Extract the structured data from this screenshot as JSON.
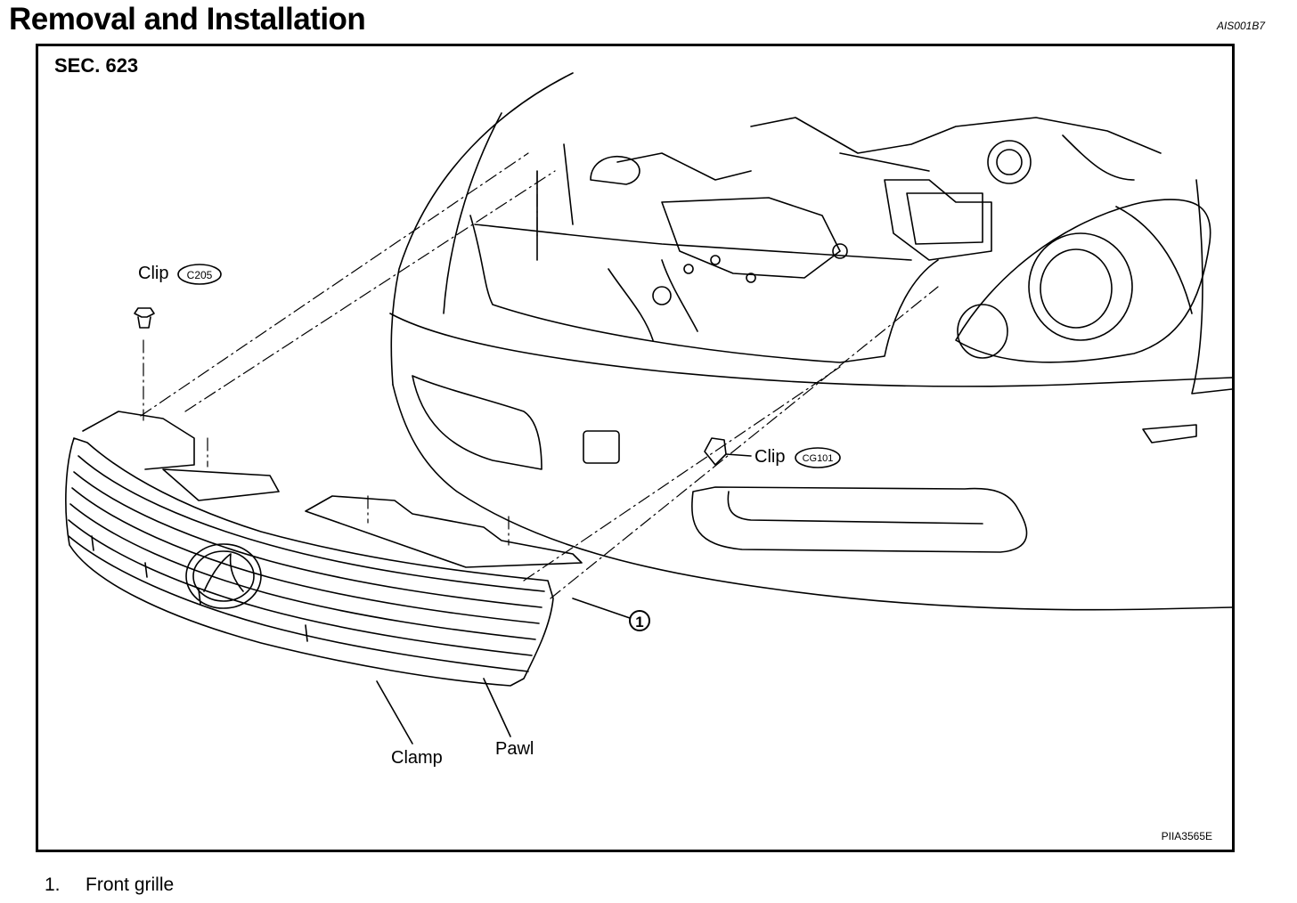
{
  "header": {
    "title": "Removal and Installation",
    "doc_code": "AIS001B7"
  },
  "figure": {
    "section": "SEC. 623",
    "figure_id": "PIIA3565E",
    "callouts": {
      "clip_left_label": "Clip",
      "clip_left_code": "C205",
      "clip_right_label": "Clip",
      "clip_right_code": "CG101",
      "part_number": "1",
      "clamp": "Clamp",
      "pawl": "Pawl"
    }
  },
  "legend": [
    {
      "number": "1.",
      "name": "Front grille"
    }
  ]
}
